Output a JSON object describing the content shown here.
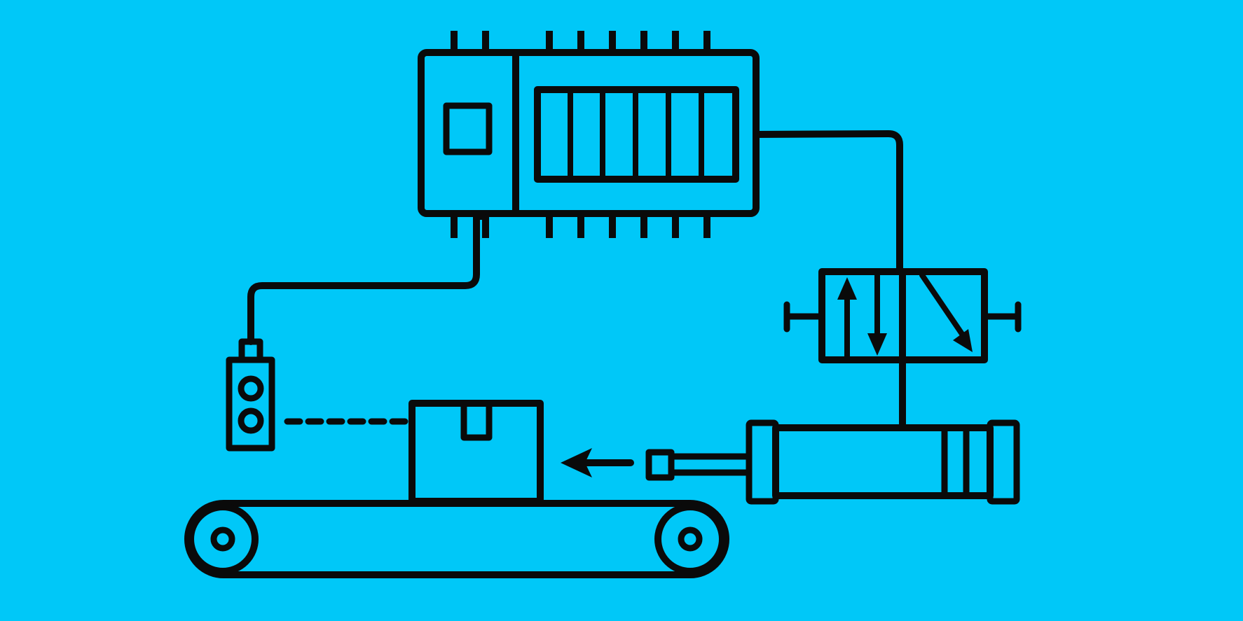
{
  "colors": {
    "background": "#00C8F8",
    "line": "#0A0A0A"
  },
  "components": [
    {
      "id": "plc",
      "icon": "plc-controller-icon"
    },
    {
      "id": "valve",
      "icon": "solenoid-valve-icon"
    },
    {
      "id": "cylinder",
      "icon": "pneumatic-cylinder-icon"
    },
    {
      "id": "sensor",
      "icon": "proximity-sensor-icon"
    },
    {
      "id": "box",
      "icon": "package-box-icon"
    },
    {
      "id": "conveyor",
      "icon": "conveyor-belt-icon"
    }
  ],
  "connections": [
    {
      "from": "plc",
      "to": "valve",
      "style": "solid"
    },
    {
      "from": "plc",
      "to": "sensor",
      "style": "solid"
    },
    {
      "from": "valve",
      "to": "cylinder",
      "style": "solid"
    },
    {
      "from": "sensor",
      "to": "box",
      "style": "dashed"
    }
  ],
  "motion": {
    "direction": "left",
    "icon": "push-arrow-icon"
  }
}
